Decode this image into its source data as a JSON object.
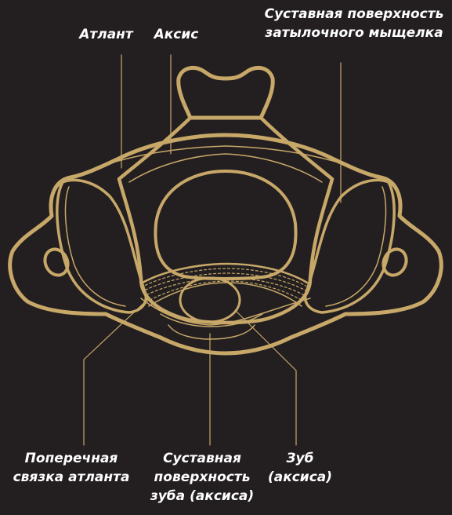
{
  "colors": {
    "background": "#231f20",
    "bone": "#c7a869",
    "text": "#ffffff"
  },
  "labels": {
    "atlas": "Атлант",
    "axis": "Аксис",
    "condyle_line1": "Суставная поверхность",
    "condyle_line2": "затылочного мыщелка",
    "ligament_line1": "Поперечная",
    "ligament_line2": "связка атланта",
    "dens_surface_line1": "Суставная",
    "dens_surface_line2": "поверхность",
    "dens_surface_line3": "зуба (аксиса)",
    "dens_line1": "Зуб",
    "dens_line2": "(аксиса)"
  }
}
